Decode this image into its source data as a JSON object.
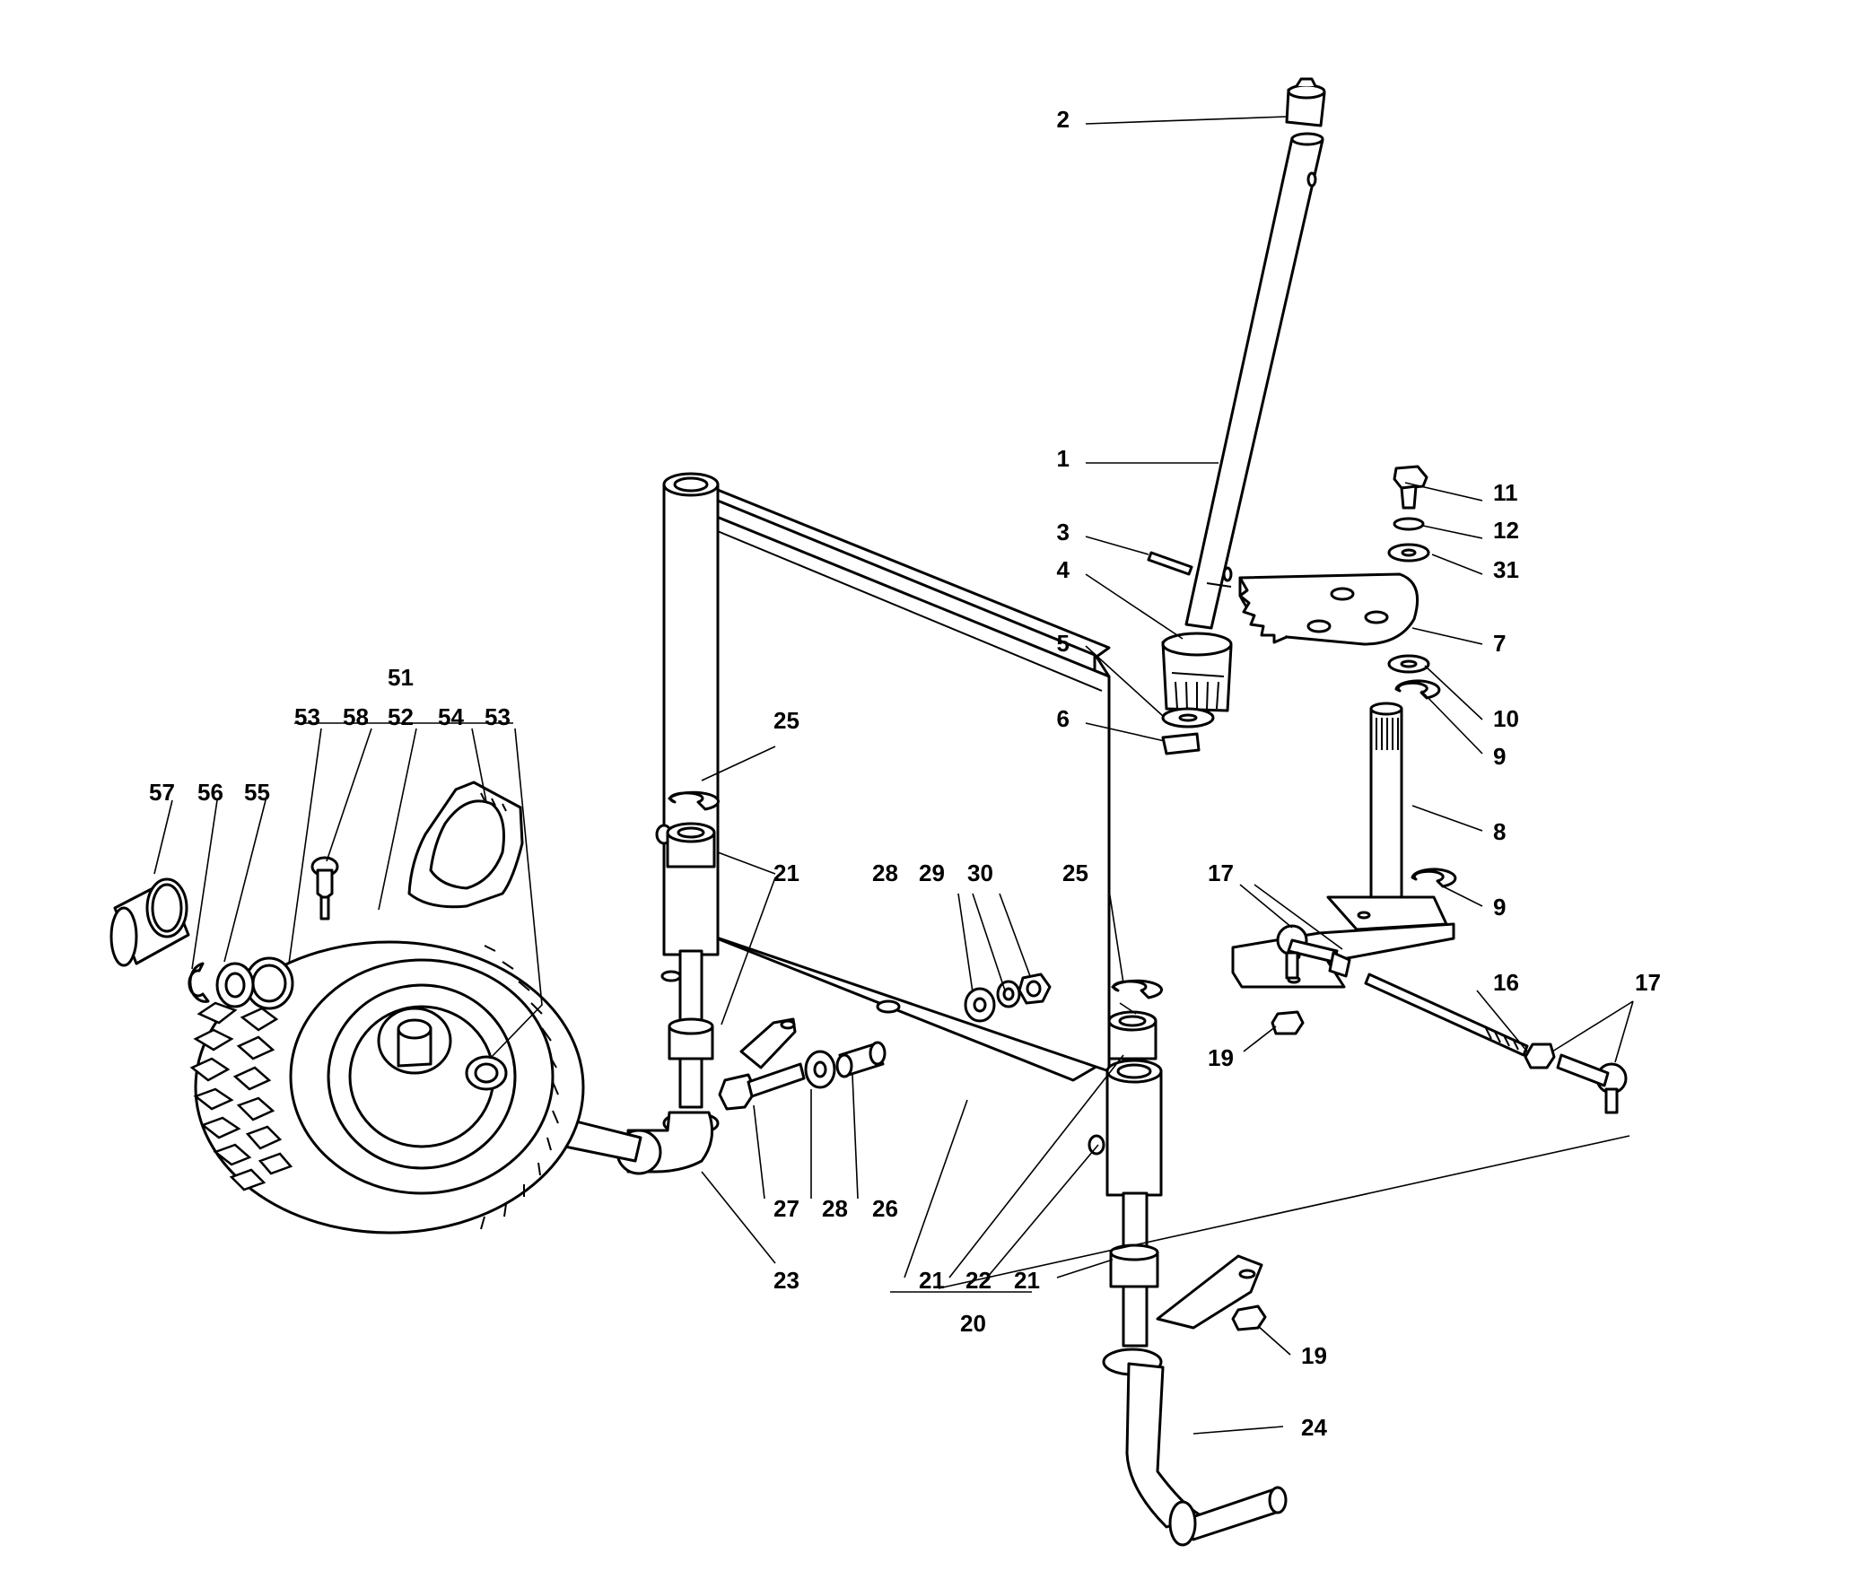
{
  "callouts": {
    "c1": "1",
    "c2": "2",
    "c3": "3",
    "c4": "4",
    "c5": "5",
    "c6": "6",
    "c7": "7",
    "c8": "8",
    "c9a": "9",
    "c9b": "9",
    "c10": "10",
    "c11": "11",
    "c12": "12",
    "c31": "31",
    "c16": "16",
    "c17a": "17",
    "c17b": "17",
    "c19a": "19",
    "c19b": "19",
    "c20": "20",
    "c21a": "21",
    "c21b": "21",
    "c21c": "21",
    "c22": "22",
    "c23": "23",
    "c24": "24",
    "c25a": "25",
    "c25b": "25",
    "c26": "26",
    "c27": "27",
    "c28a": "28",
    "c28b": "28",
    "c29": "29",
    "c30": "30",
    "c51": "51",
    "c52": "52",
    "c53a": "53",
    "c53b": "53",
    "c54": "54",
    "c55": "55",
    "c56": "56",
    "c57": "57",
    "c58": "58"
  }
}
